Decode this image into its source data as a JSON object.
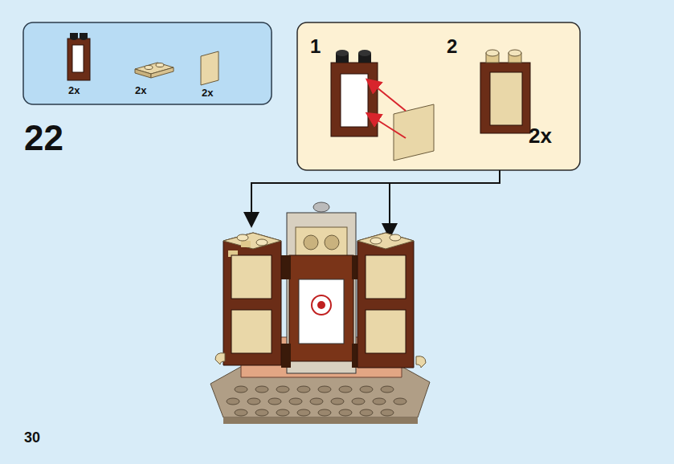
{
  "diagram": {
    "nodes": [
      {
        "text": [
          "2x",
          "2x",
          "2x"
        ]
      },
      {
        "text": [
          "1",
          "2",
          "2x"
        ]
      }
    ],
    "labels": [
      "22",
      "30"
    ]
  }
}
